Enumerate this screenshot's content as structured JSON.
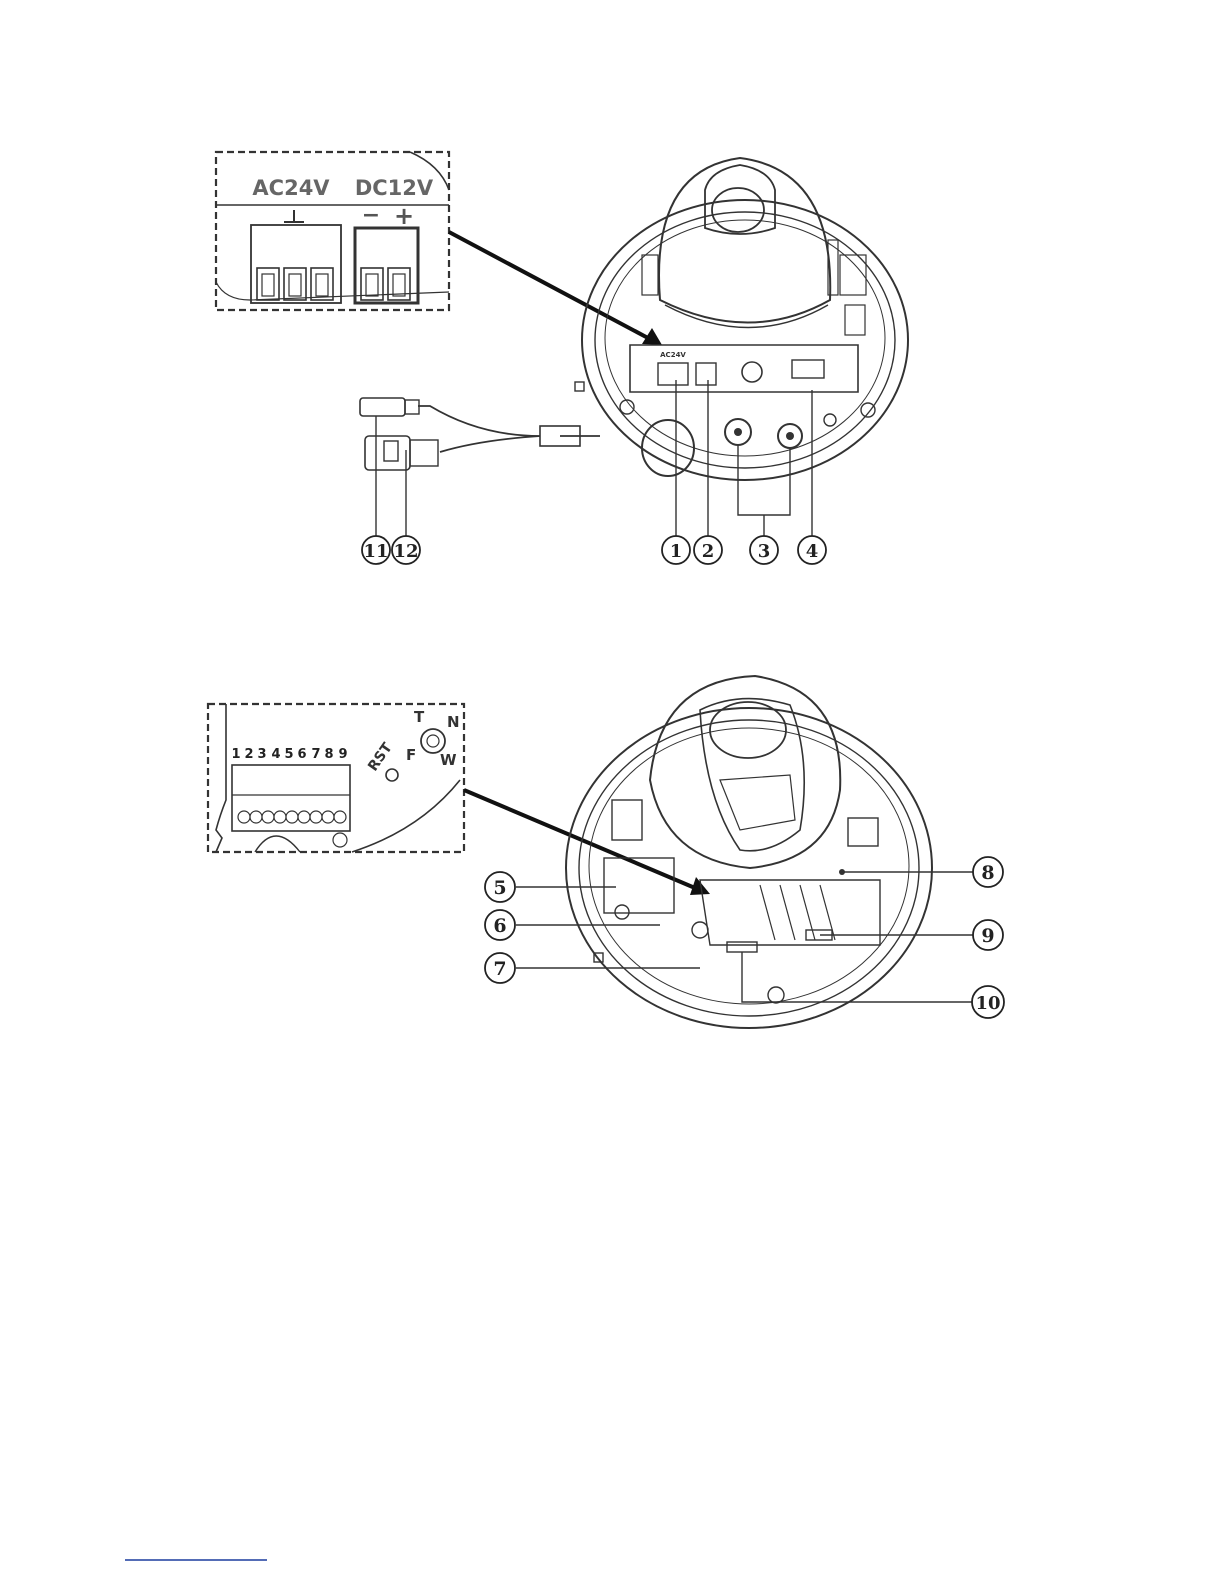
{
  "figure_top": {
    "inset_labels": {
      "ac": "AC24V",
      "dc": "DC12V",
      "dc_minus": "−",
      "dc_plus": "+"
    },
    "board_label": "AC24V",
    "callouts": [
      "11",
      "12",
      "1",
      "2",
      "3",
      "4"
    ]
  },
  "figure_bottom": {
    "inset_labels": {
      "pins": [
        "1",
        "2",
        "3",
        "4",
        "5",
        "6",
        "7",
        "8",
        "9"
      ],
      "rst": "RST",
      "f": "F",
      "t": "T",
      "n": "N",
      "w": "W"
    },
    "callouts": [
      "5",
      "6",
      "7",
      "8",
      "9",
      "10"
    ]
  },
  "colors": {
    "ink": "#222222",
    "line": "#555555",
    "link": "#1a3c9e"
  }
}
